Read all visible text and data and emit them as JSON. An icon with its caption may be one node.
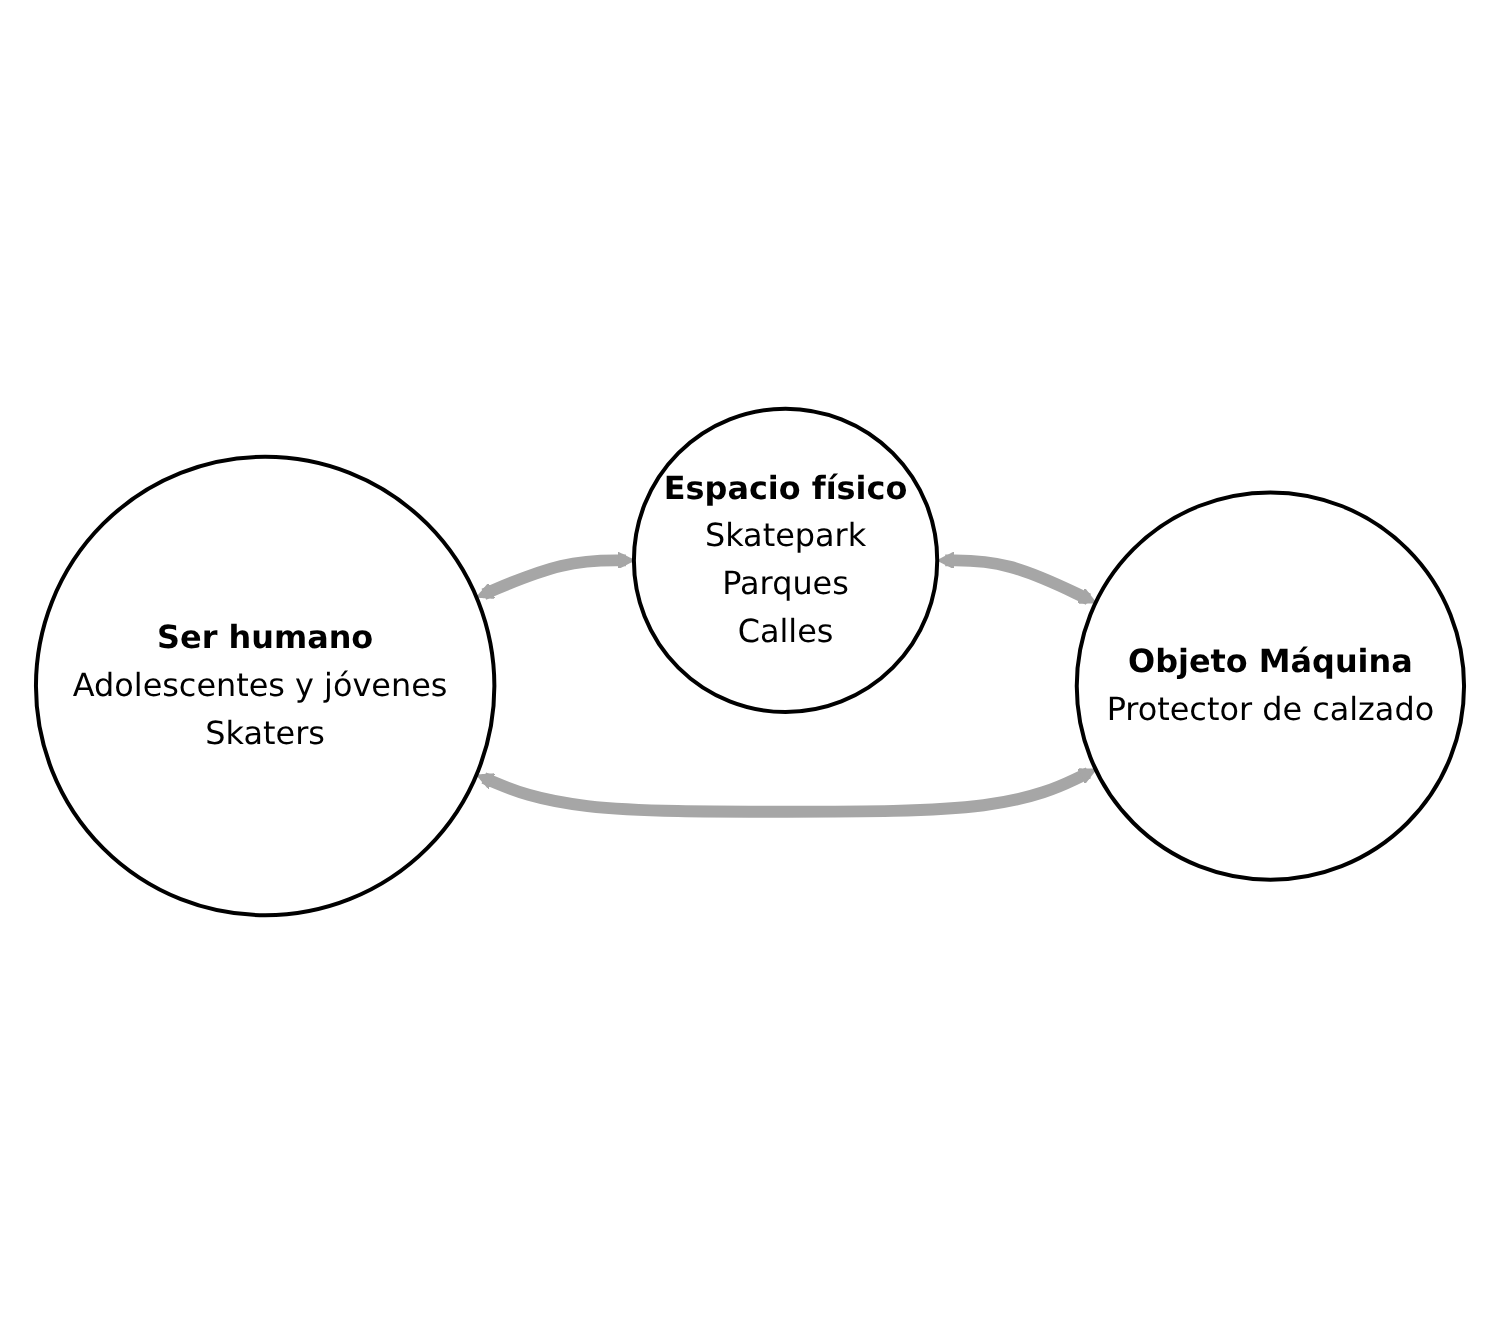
{
  "diagram": {
    "nodes": [
      {
        "text": [
          "Espacio físico",
          "Skatepark",
          "Parques",
          "Calles"
        ]
      },
      {
        "text": [
          "Objeto Máquina",
          "Protector de calzado"
        ]
      },
      {
        "text": [
          "Ser humano",
          "Adolescentes y jóvenes Skaters"
        ]
      }
    ],
    "edges": [
      {
        "from": 0,
        "to": 1,
        "arrow": "both"
      },
      {
        "from": 2,
        "to": 0,
        "arrow": "both"
      },
      {
        "from": 2,
        "to": 1,
        "arrow": "both"
      }
    ]
  }
}
